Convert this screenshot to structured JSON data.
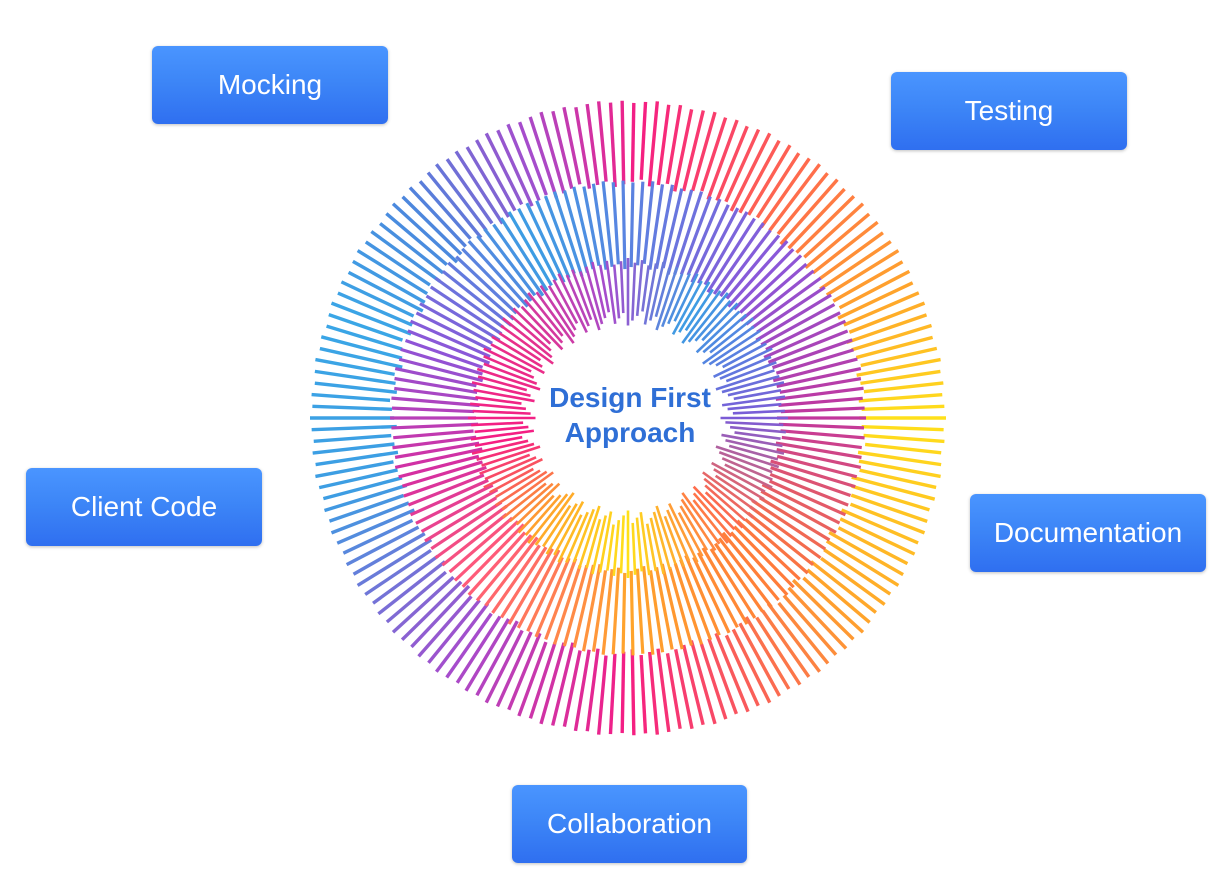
{
  "center": {
    "line1": "Design First",
    "line2": "Approach"
  },
  "nodes": {
    "mocking": "Mocking",
    "testing": "Testing",
    "client_code": "Client Code",
    "documentation": "Documentation",
    "collaboration": "Collaboration"
  },
  "colors": {
    "node_fill": "#3d86f7",
    "node_text": "#ffffff",
    "center_text": "#2f6fd6",
    "burst_palette": [
      "#f51d83",
      "#e8308a",
      "#ff6a4d",
      "#ffa52b",
      "#ffe01a",
      "#ff7a3b",
      "#d62ea0",
      "#8d55d8",
      "#3d8fe0",
      "#39a6e6",
      "#7b5bd6",
      "#c2369c"
    ]
  }
}
